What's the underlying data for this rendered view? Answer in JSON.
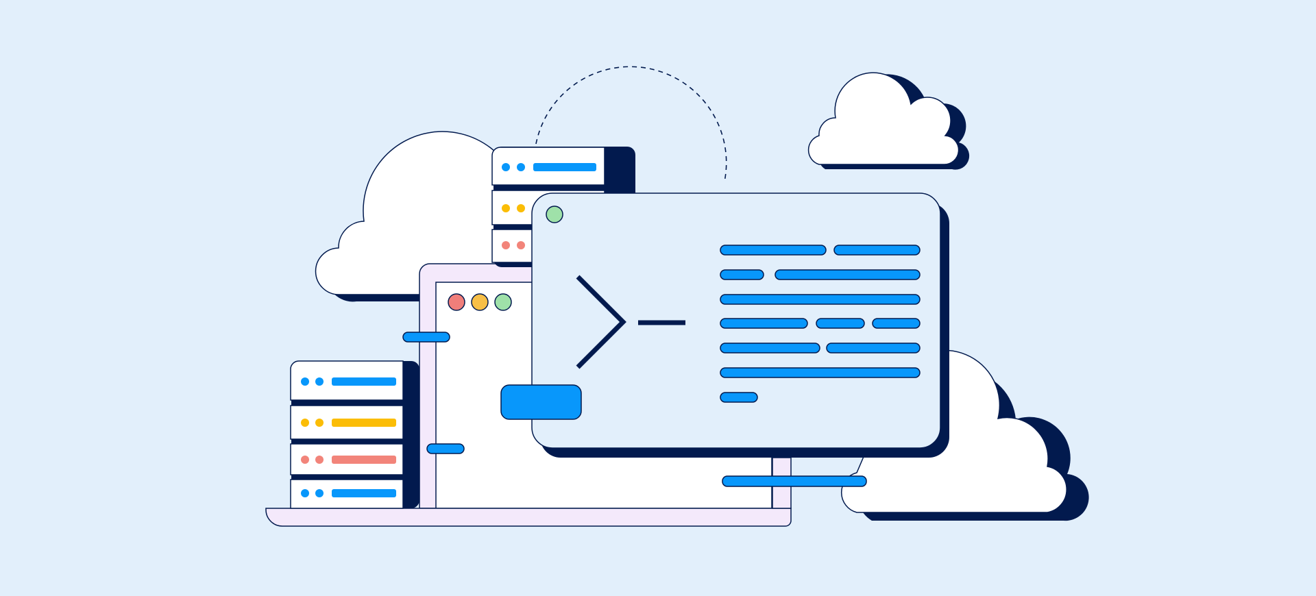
{
  "colors": {
    "background": "#e2effb",
    "navy": "#021a4e",
    "white": "#ffffff",
    "blue": "#0897fb",
    "yellow": "#fbbd06",
    "salmon": "#f2847a",
    "red_dot": "#f07e7a",
    "yellow_dot": "#f7bf47",
    "green_dot": "#9fe1a9",
    "lavender": "#f4e9fb",
    "terminal_bg": "#e2effb"
  },
  "icons": {
    "prompt": "terminal-prompt-icon",
    "clouds": "cloud-icon",
    "servers": "server-rack-icon",
    "laptop": "laptop-icon"
  },
  "window_controls": [
    "red",
    "yellow",
    "green"
  ]
}
